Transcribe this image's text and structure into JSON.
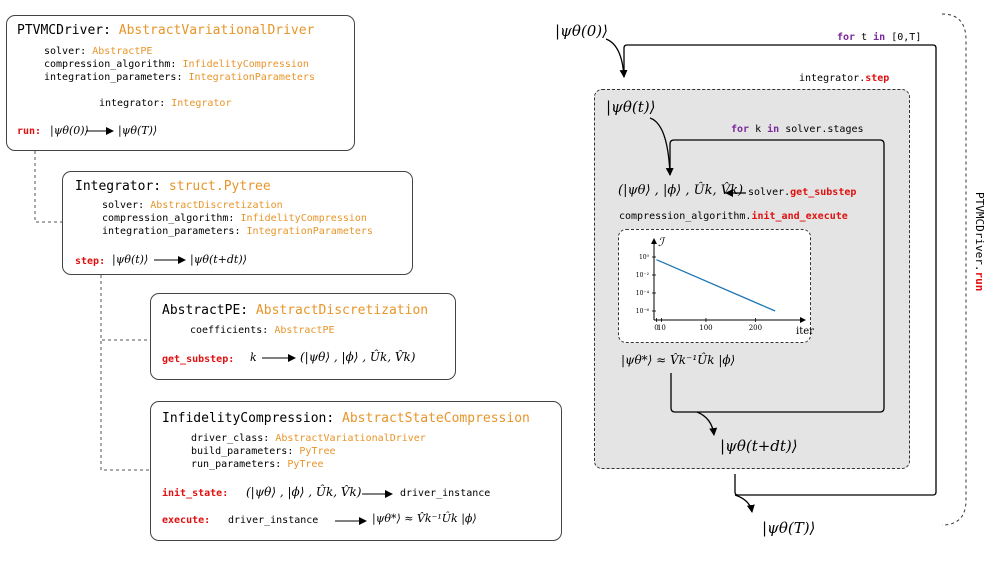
{
  "left": {
    "ptvmc": {
      "name": "PTVMCDriver:",
      "parent": "AbstractVariationalDriver",
      "fields": [
        {
          "k": "solver:",
          "v": "AbstractPE"
        },
        {
          "k": "compression_algorithm:",
          "v": "InfidelityCompression"
        },
        {
          "k": "integration_parameters:",
          "v": "IntegrationParameters"
        }
      ],
      "integrator_k": "integrator:",
      "integrator_v": "Integrator",
      "method": "run:",
      "from": "|ψθ(0)⟩",
      "to": "|ψθ(T)⟩"
    },
    "integrator": {
      "name": "Integrator:",
      "parent": "struct.Pytree",
      "fields": [
        {
          "k": "solver:",
          "v": "AbstractDiscretization"
        },
        {
          "k": "compression_algorithm:",
          "v": "InfidelityCompression"
        },
        {
          "k": "integration_parameters:",
          "v": "IntegrationParameters"
        }
      ],
      "method": "step:",
      "from": "|ψθ(t)⟩",
      "to": "|ψθ(t+dt)⟩"
    },
    "pe": {
      "name": "AbstractPE:",
      "parent": "AbstractDiscretization",
      "field_k": "coefficients:",
      "field_v": "AbstractPE",
      "method": "get_substep:",
      "from": "k",
      "to": "(|ψθ⟩ , |ϕ⟩ , Ûk, V̂k)"
    },
    "compression": {
      "name": "InfidelityCompression:",
      "parent": "AbstractStateCompression",
      "fields": [
        {
          "k": "driver_class:",
          "v": "AbstractVariationalDriver"
        },
        {
          "k": "build_parameters:",
          "v": "PyTree"
        },
        {
          "k": "run_parameters:",
          "v": "PyTree"
        }
      ],
      "init_label": "init_state:",
      "init_from": "(|ψθ⟩ , |ϕ⟩ , Ûk, V̂k)",
      "init_to": "driver_instance",
      "exec_label": "execute:",
      "exec_from": "driver_instance",
      "exec_to": "|ψθ*⟩ ≈ V̂k⁻¹Ûk |ϕ⟩"
    }
  },
  "right": {
    "psi0": "|ψθ(0)⟩",
    "psiT": "|ψθ(T)⟩",
    "psit": "|ψθ(t)⟩",
    "psitdt": "|ψθ(t+dt)⟩",
    "for_t_kw": "for",
    "for_t_var": "t",
    "for_t_in": "in",
    "for_t_range": "[0,T]",
    "step_obj": "integrator.",
    "step_method": "step",
    "for_k_kw": "for",
    "for_k_var": "k",
    "for_k_in": "in",
    "for_k_range": "solver.stages",
    "tuple": "(|ψθ⟩ , |ϕ⟩ , Ûk, V̂k)",
    "substep_obj": "solver.",
    "substep_method": "get_substep",
    "init_obj": "compression_algorithm.",
    "init_method": "init_and_execute",
    "approx": "|ψθ*⟩ ≈ V̂k⁻¹Ûk |ϕ⟩",
    "side_obj": "PTVMCDriver.",
    "side_method": "run"
  },
  "chart_data": {
    "type": "line",
    "ylabel": "ℐ",
    "xlabel": "iter",
    "ytick_labels": [
      "10⁰",
      "10⁻²",
      "10⁻⁴",
      "10⁻⁶"
    ],
    "xtick_labels": [
      "0",
      "10",
      "100",
      "200"
    ],
    "ylog": true,
    "series": [
      {
        "x": [
          0,
          240
        ],
        "y": [
          0.5,
          1e-06
        ]
      }
    ],
    "color": "#1f77b4"
  }
}
